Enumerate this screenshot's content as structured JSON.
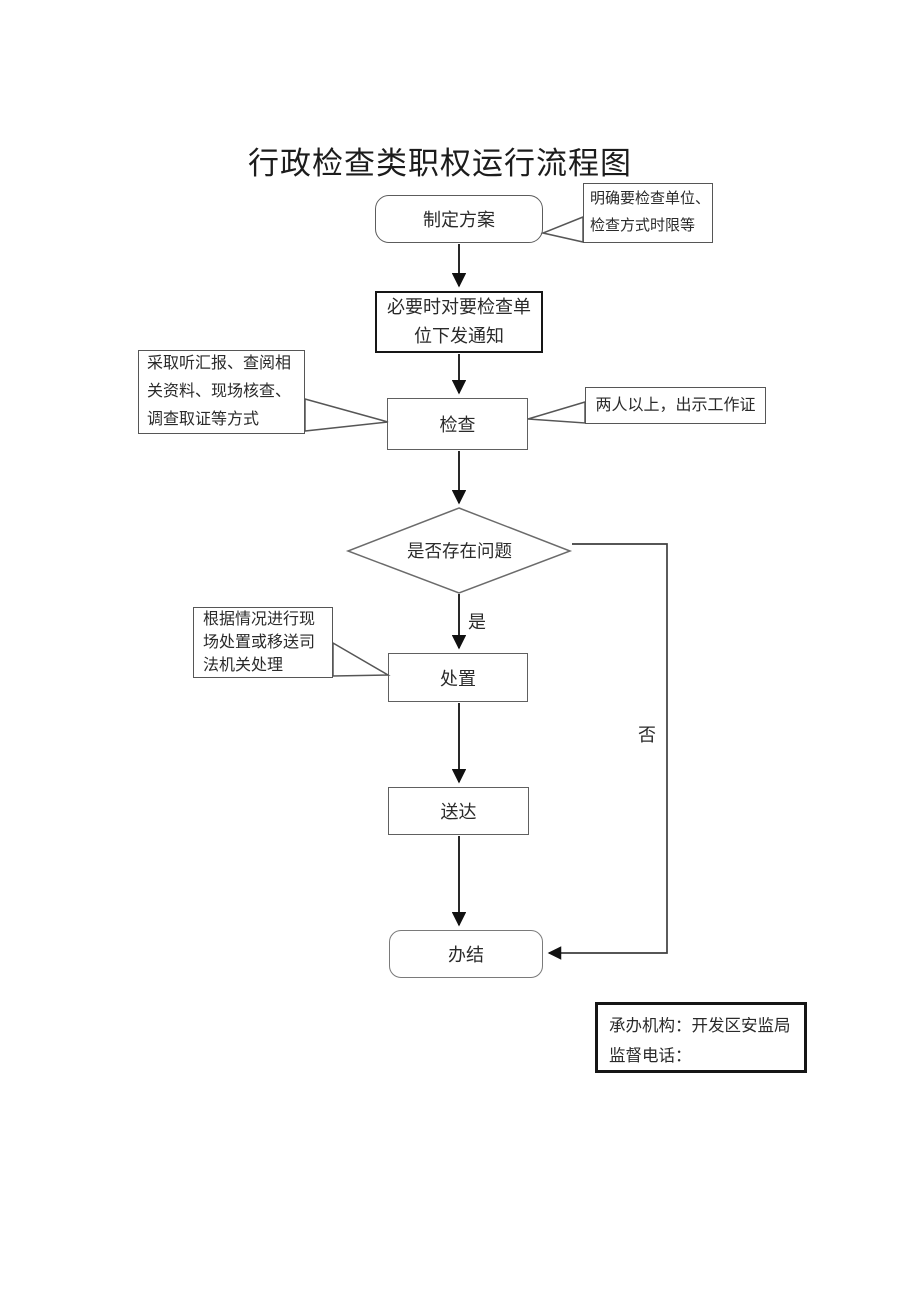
{
  "title": "行政检查类职权运行流程图",
  "flow": {
    "plan": {
      "label": "制定方案"
    },
    "notify": {
      "line1": "必要时对要检查单",
      "line2": "位下发通知"
    },
    "inspect": {
      "label": "检查"
    },
    "decision": {
      "label": "是否存在问题",
      "yes": "是",
      "no": "否"
    },
    "handle": {
      "label": "处置"
    },
    "deliver": {
      "label": "送达"
    },
    "close": {
      "label": "办结"
    }
  },
  "callouts": {
    "plan_note": {
      "lines": [
        "明确要检查单位、",
        "检查方式时限等"
      ]
    },
    "inspect_staff_note": {
      "lines": [
        "两人以上，出示工作证"
      ]
    },
    "inspect_method_note": {
      "lines": [
        "采取听汇报、查阅相",
        "关资料、现场核查、",
        "调查取证等方式"
      ]
    },
    "handle_note": {
      "lines": [
        "根据情况进行现",
        "场处置或移送司",
        "法机关处理"
      ]
    }
  },
  "footer": {
    "lines": [
      "承办机构：开发区安监局",
      "监督电话："
    ]
  },
  "colors": {
    "background": "#ffffff",
    "text": "#222222",
    "thin_border": "#606060",
    "bold_border": "#161616",
    "arrow": "#111111",
    "connector": "#3f3f3f"
  }
}
